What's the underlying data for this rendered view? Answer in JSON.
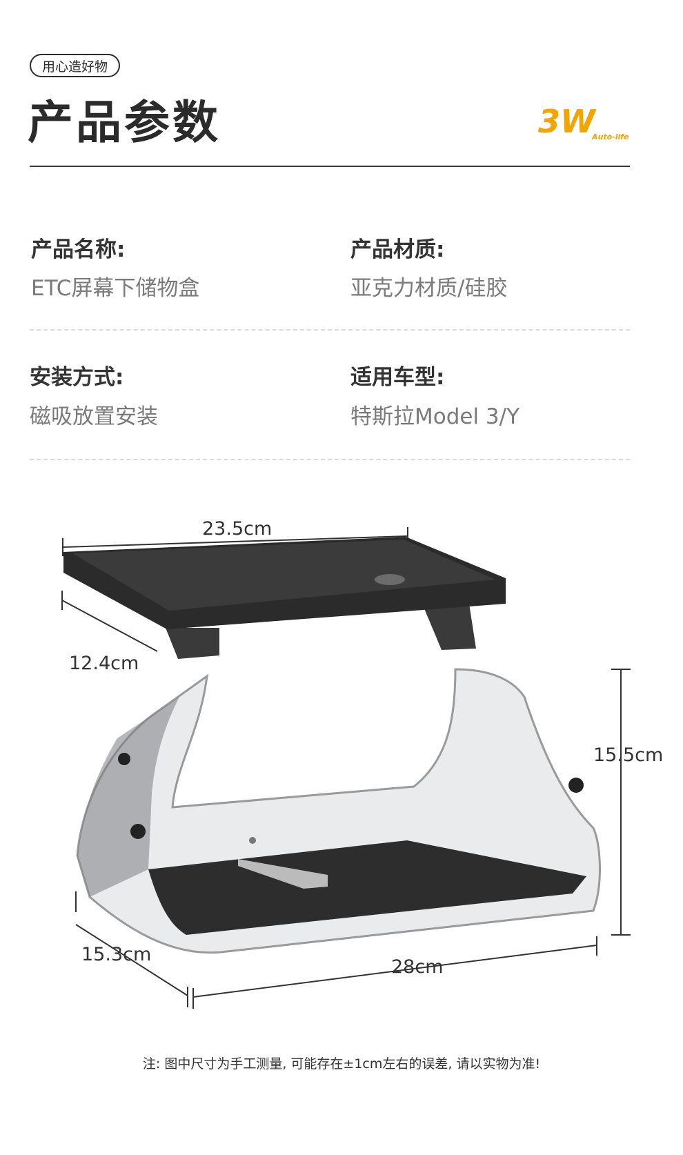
{
  "header": {
    "tag": "用心造好物",
    "title": "产品参数",
    "logo": {
      "main": "3W",
      "sub": "Auto-life",
      "color": "#f2a400"
    }
  },
  "params": [
    {
      "label": "产品名称:",
      "value": "ETC屏幕下储物盒"
    },
    {
      "label": "产品材质:",
      "value": "亚克力材质/硅胶"
    },
    {
      "label": "安装方式:",
      "value": "磁吸放置安装"
    },
    {
      "label": "适用车型:",
      "value": "特斯拉Model 3/Y"
    }
  ],
  "dimensions": {
    "top_width": "23.5cm",
    "top_depth": "12.4cm",
    "height": "15.5cm",
    "base_depth": "15.3cm",
    "base_width": "28cm"
  },
  "footnote": "注: 图中尺寸为手工测量, 可能存在±1cm左右的误差, 请以实物为准!"
}
